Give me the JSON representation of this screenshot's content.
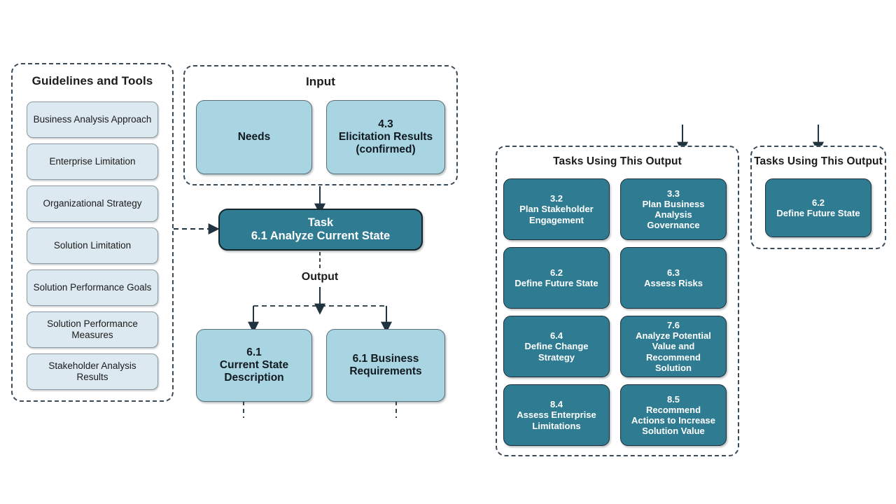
{
  "guidelines": {
    "title": "Guidelines and Tools",
    "items": [
      {
        "label": "Business Analysis Approach"
      },
      {
        "label": "Enterprise Limitation"
      },
      {
        "label": "Organizational Strategy"
      },
      {
        "label": "Solution Limitation"
      },
      {
        "label": "Solution Performance Goals"
      },
      {
        "label": "Solution Performance\nMeasures"
      },
      {
        "label": "Stakeholder Analysis\nResults"
      }
    ]
  },
  "input": {
    "title": "Input",
    "items": [
      {
        "label": "Needs"
      },
      {
        "label": "4.3\nElicitation Results\n(confirmed)"
      }
    ]
  },
  "task": {
    "label": "Task\n6.1 Analyze Current State"
  },
  "output": {
    "title": "Output",
    "items": [
      {
        "label": "6.1\nCurrent State\nDescription"
      },
      {
        "label": "6.1 Business\nRequirements"
      }
    ]
  },
  "tasks_using_output_left": {
    "title": "Tasks Using This Output",
    "items": [
      {
        "label": "3.2\nPlan Stakeholder\nEngagement"
      },
      {
        "label": "3.3\nPlan Business\nAnalysis\nGovernance"
      },
      {
        "label": "6.2\nDefine Future State"
      },
      {
        "label": "6.3\nAssess Risks"
      },
      {
        "label": "6.4\nDefine Change\nStrategy"
      },
      {
        "label": "7.6\nAnalyze Potential\nValue and\nRecommend\nSolution"
      },
      {
        "label": "8.4\nAssess Enterprise\nLimitations"
      },
      {
        "label": "8.5\nRecommend\nActions to Increase\nSolution Value"
      }
    ]
  },
  "tasks_using_output_right": {
    "title": "Tasks Using This Output",
    "items": [
      {
        "label": "6.2\nDefine Future State"
      }
    ]
  },
  "colors": {
    "dark_teal": "#2f7b91",
    "light_blue": "#a9d5e2",
    "pale_blue": "#dde9f0",
    "outline": "#3b4a57",
    "text_dark": "#1b1b1b",
    "background": "#ffffff"
  }
}
